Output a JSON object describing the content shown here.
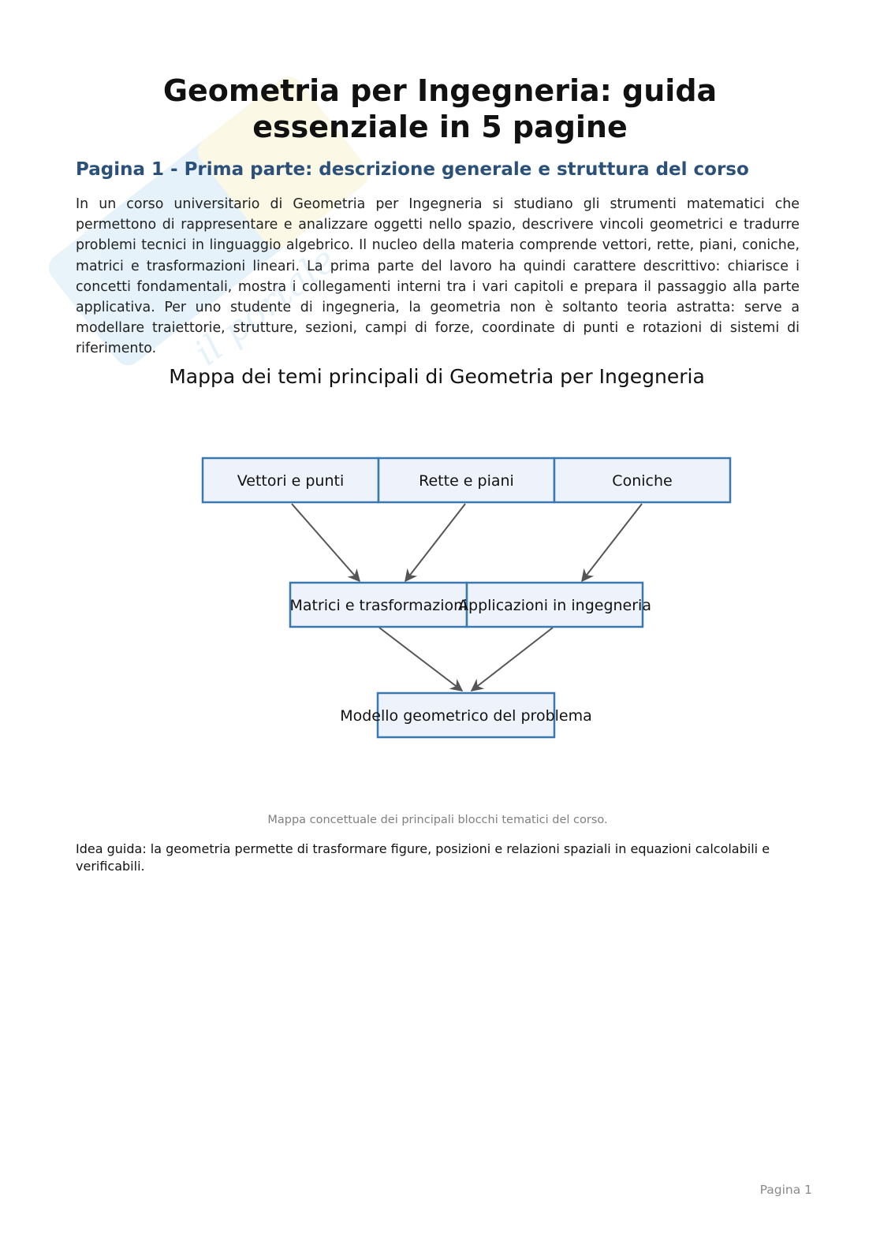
{
  "document": {
    "title": "Geometria per Ingegneria: guida essenziale in 5 pagine",
    "section_heading": "Pagina 1 - Prima parte: descrizione generale e struttura del corso",
    "intro": "In un corso universitario di Geometria per Ingegneria si studiano gli strumenti matematici che permettono di rappresentare e analizzare oggetti nello spazio, descrivere vincoli geometrici e tradurre problemi tecnici in linguaggio algebrico. Il nucleo della materia comprende vettori, rette, piani, coniche, matrici e trasformazioni lineari. La prima parte del lavoro ha quindi carattere descrittivo: chiarisce i concetti fondamentali, mostra i collegamenti interni tra i vari capitoli e prepara il passaggio alla parte applicativa. Per uno studente di ingegneria, la geometria non è soltanto teoria astratta: serve a modellare traiettorie, strutture, sezioni, campi di forze, coordinate di punti e rotazioni di sistemi di riferimento.",
    "guide": "Idea guida: la geometria permette di trasformare figure, posizioni e relazioni spaziali in equazioni calcolabili e verificabili.",
    "page_number": "Pagina 1"
  },
  "diagram": {
    "title": "Mappa dei temi principali di Geometria per Ingegneria",
    "caption": "Mappa concettuale dei principali blocchi tematici del corso.",
    "nodes": {
      "vettori": "Vettori e punti",
      "rette": "Rette e piani",
      "coniche": "Coniche",
      "matrici": "Matrici e trasformazioni",
      "applicazioni": "Applicazioni in ingegneria",
      "modello": "Modello geometrico del problema"
    },
    "edges": [
      [
        "vettori",
        "matrici"
      ],
      [
        "rette",
        "matrici"
      ],
      [
        "coniche",
        "applicazioni"
      ],
      [
        "matrici",
        "modello"
      ],
      [
        "applicazioni",
        "modello"
      ]
    ],
    "colors": {
      "box_fill": "#eef3fb",
      "box_stroke": "#3a78b0",
      "arrow": "#555555",
      "heading": "#2b5079"
    }
  }
}
